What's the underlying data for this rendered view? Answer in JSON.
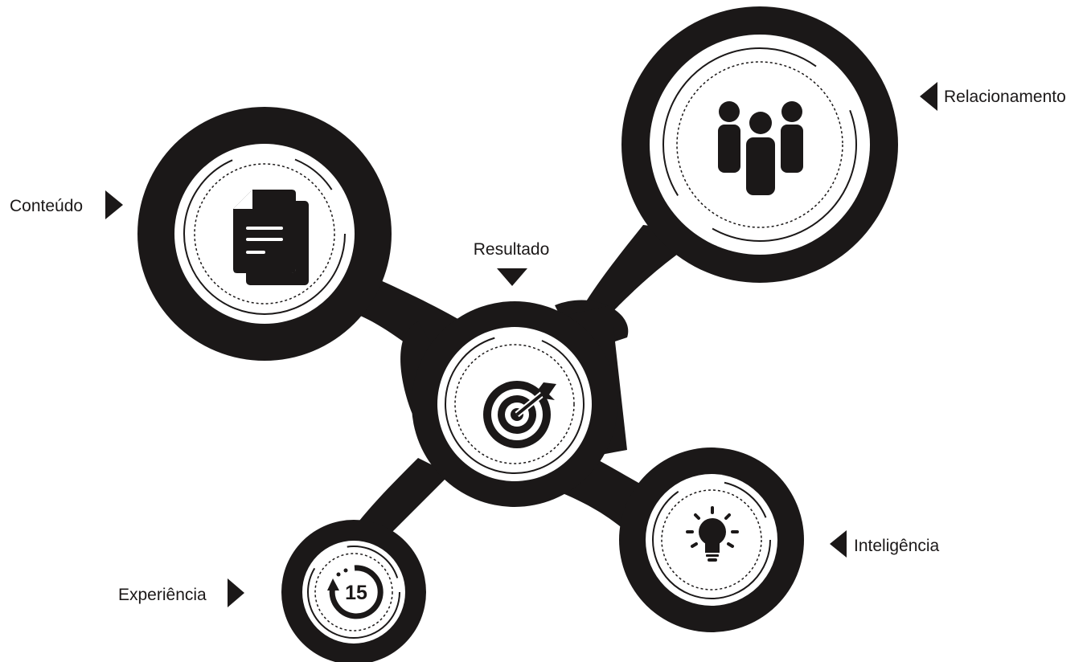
{
  "colors": {
    "ink": "#1b1818",
    "background": "#ffffff"
  },
  "nodes": [
    {
      "id": "conteudo",
      "label": "Conteúdo",
      "icon": "document-icon"
    },
    {
      "id": "relacionamento",
      "label": "Relacionamento",
      "icon": "people-group-icon"
    },
    {
      "id": "resultado",
      "label": "Resultado",
      "icon": "target-arrow-icon"
    },
    {
      "id": "inteligencia",
      "label": "Inteligência",
      "icon": "lightbulb-icon"
    },
    {
      "id": "experiencia",
      "label": "Experiência",
      "icon": "fifteen-years-icon",
      "icon_text": "15"
    }
  ]
}
